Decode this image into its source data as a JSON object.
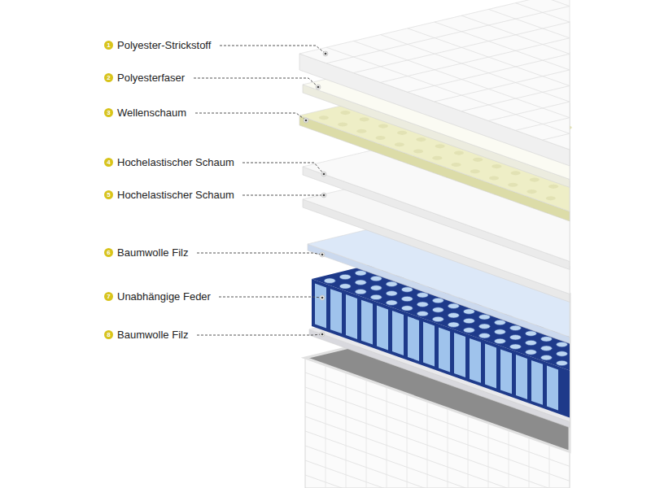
{
  "diagram": {
    "nodes": [
      {
        "text": [
          "1"
        ]
      },
      {
        "text": [
          "2"
        ]
      },
      {
        "text": [
          "3"
        ]
      },
      {
        "text": [
          "4"
        ]
      },
      {
        "text": [
          "5"
        ]
      },
      {
        "text": [
          "6"
        ]
      },
      {
        "text": [
          "7"
        ]
      },
      {
        "text": [
          "8"
        ]
      }
    ],
    "labels": [
      "Polyester-Strickstoff",
      "Polyesterfaser",
      "Wellenschaum",
      "Hochelastischer Schaum",
      "Hochelastischer Schaum",
      "Baumwolle Filz",
      "Unabhängige Feder",
      "Baumwolle Filz"
    ]
  }
}
